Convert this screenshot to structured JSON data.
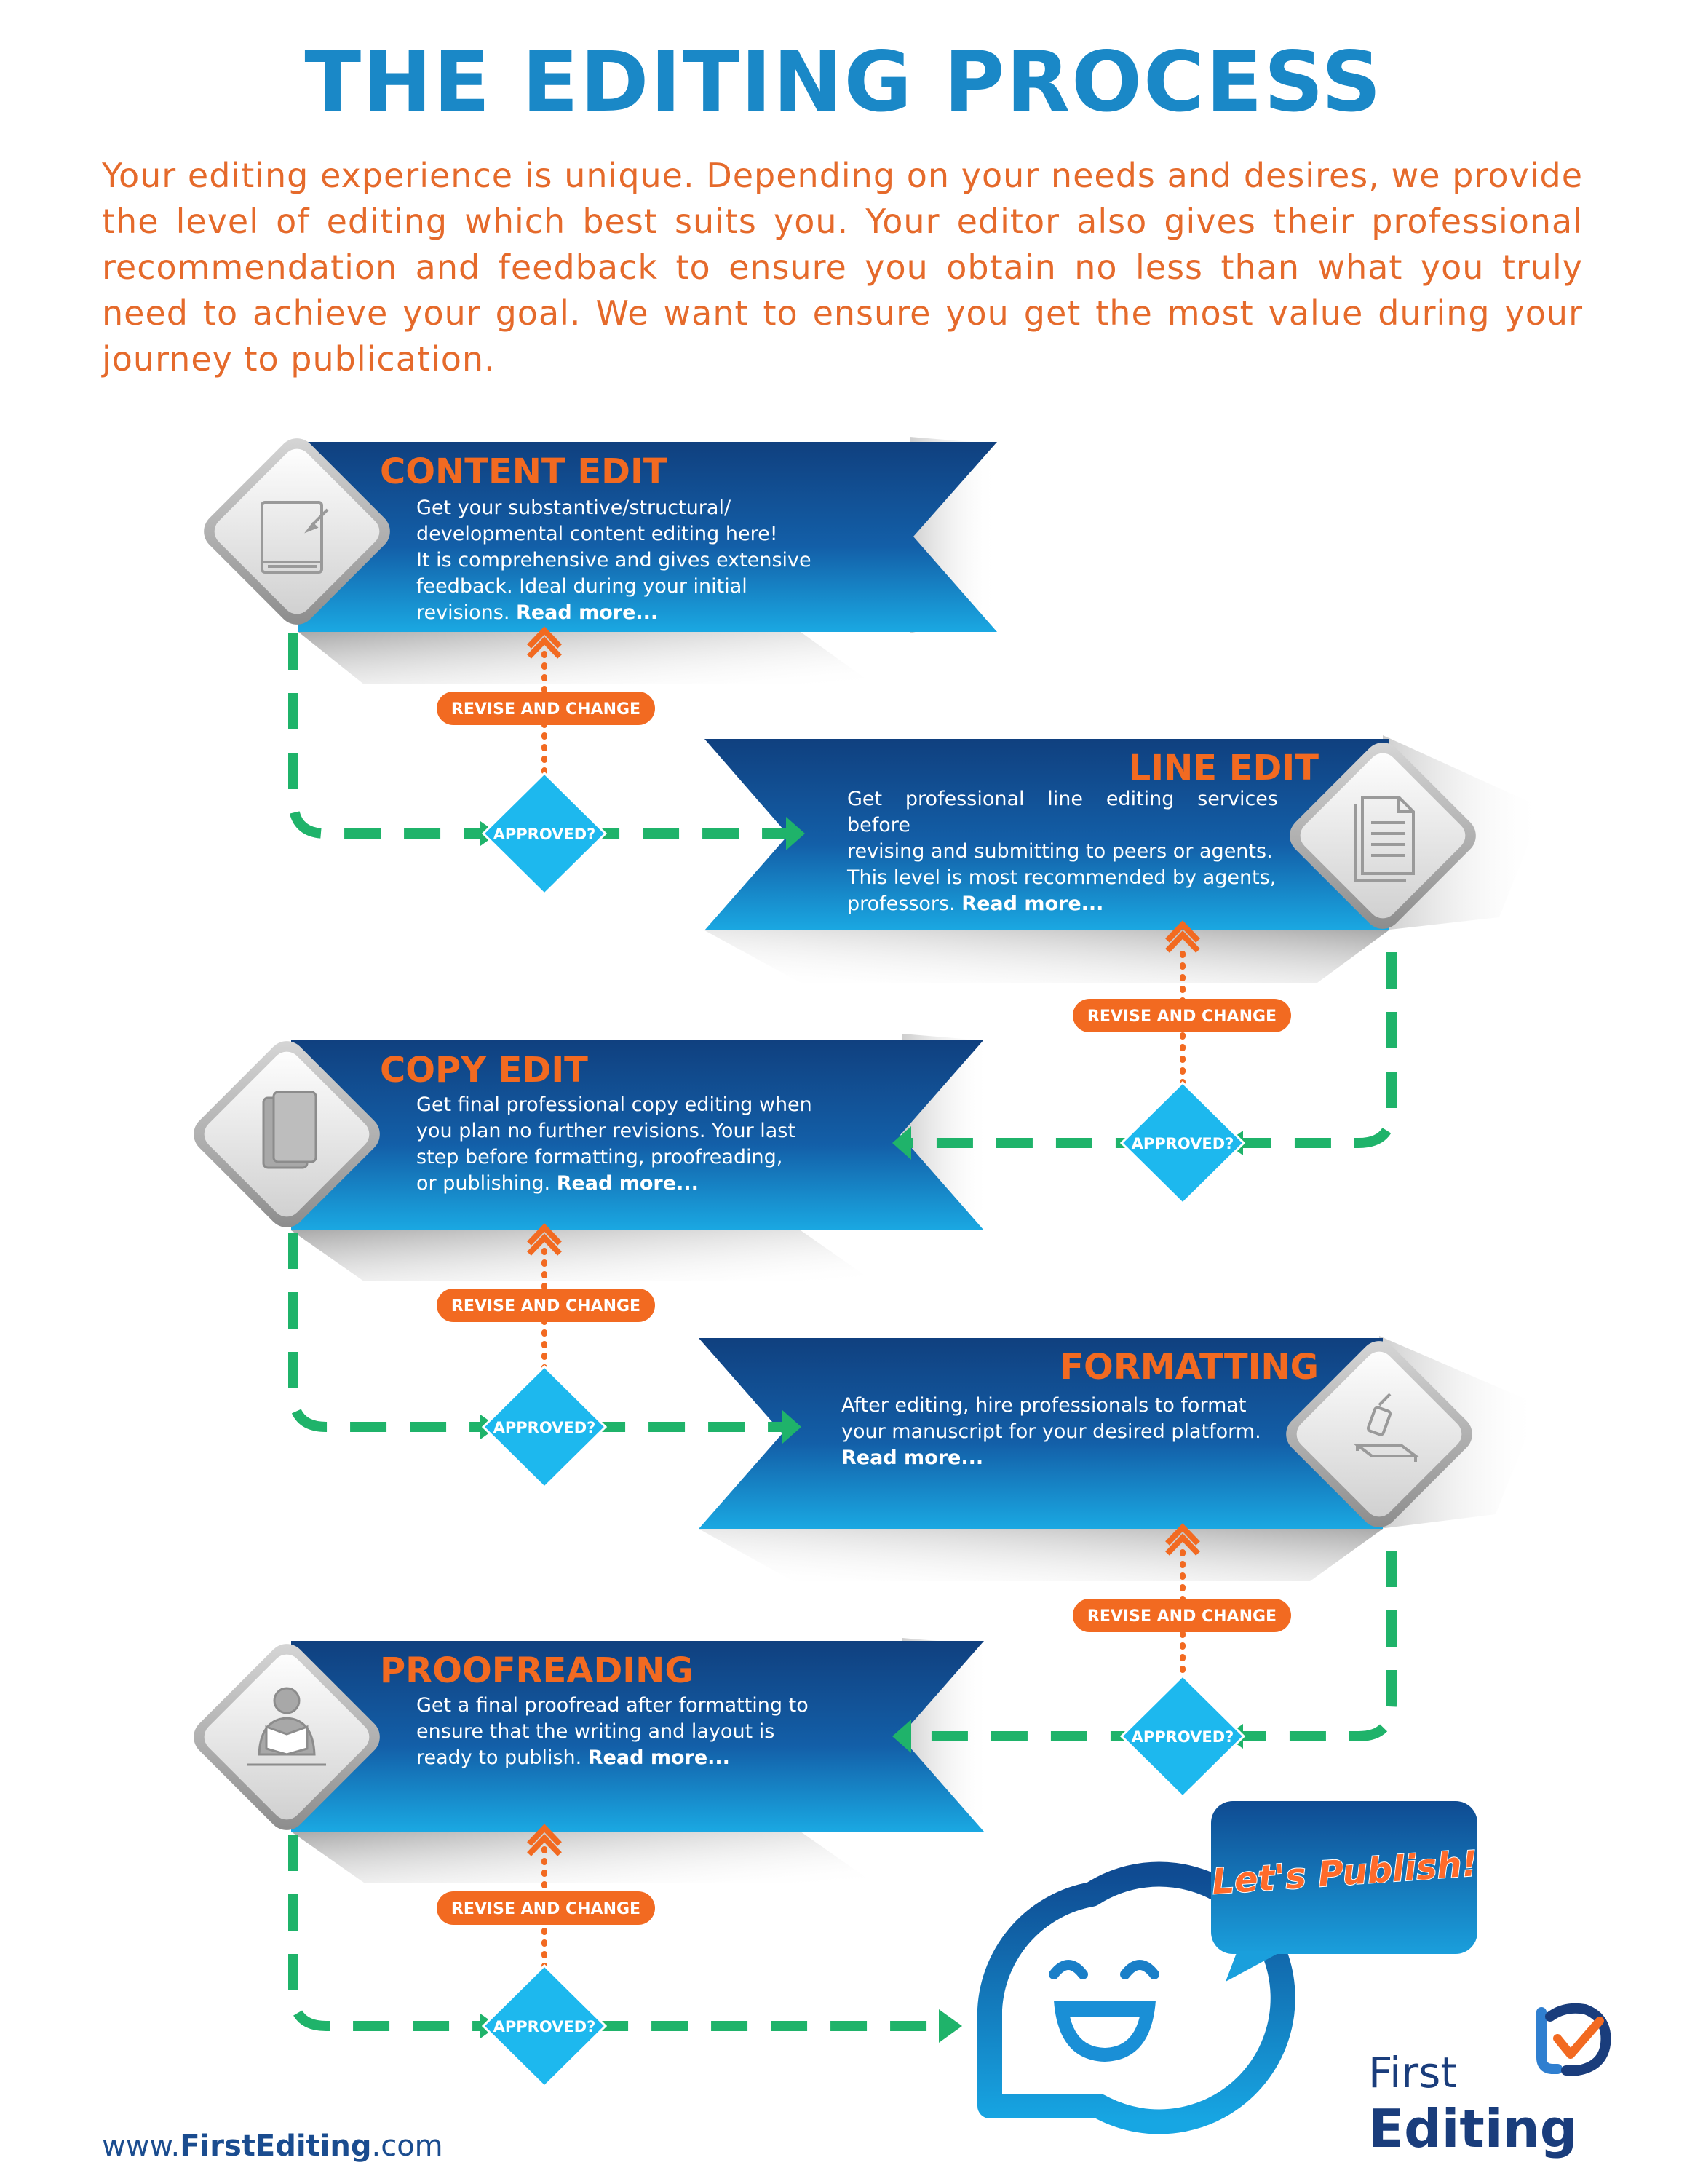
{
  "title": "THE EDITING PROCESS",
  "intro": "Your editing experience is unique. Depending on your needs and desires, we provide the level of editing which best suits you. Your editor also gives their professional recommendation and feedback to ensure you obtain no less than what you truly need to achieve your goal. We want to ensure you get the most value during your journey to publication.",
  "stages": [
    {
      "title": "CONTENT EDIT",
      "lines": [
        "Get your substantive/structural/",
        "developmental content editing here!",
        "It is comprehensive and gives extensive",
        "feedback. Ideal during your initial"
      ],
      "last_line": "revisions.",
      "read_more": "Read more...",
      "icon": "book-pencil-icon"
    },
    {
      "title": "LINE EDIT",
      "lines": [
        "Get professional line editing services before",
        "revising and submitting to peers or agents.",
        "This level is most recommended by agents,"
      ],
      "last_line": "professors.",
      "read_more": "Read more...",
      "icon": "document-icon"
    },
    {
      "title": "COPY EDIT",
      "lines": [
        "Get final professional copy editing when",
        "you plan no further revisions. Your last",
        "step before formatting, proofreading,"
      ],
      "last_line": "or publishing.",
      "read_more": "Read more...",
      "icon": "closed-book-icon"
    },
    {
      "title": "FORMATTING",
      "lines": [
        "After editing, hire professionals to format",
        "your manuscript for your desired platform."
      ],
      "last_line": "",
      "read_more": "Read more...",
      "icon": "stamp-icon"
    },
    {
      "title": "PROOFREADING",
      "lines": [
        "Get a final proofread after formatting to",
        "ensure that the writing and layout is"
      ],
      "last_line": "ready to publish.",
      "read_more": "Read more...",
      "icon": "reader-icon"
    }
  ],
  "revise_label": "REVISE AND CHANGE",
  "approved_label": "APPROVED?",
  "publish_bubble": "Let's Publish!",
  "footer": {
    "url_prefix": "www.",
    "url_brand": "FirstEditing",
    "url_suffix": ".com"
  },
  "logo": {
    "line1": "First",
    "line2": "Editing"
  },
  "colors": {
    "title_blue": "#1a88c7",
    "orange": "#f26a21",
    "green": "#1fb36a",
    "banner_dark": "#10407f",
    "banner_light": "#1aa6e0",
    "diamond_blue": "#1db8ee",
    "logo_navy": "#1a3d7c"
  }
}
